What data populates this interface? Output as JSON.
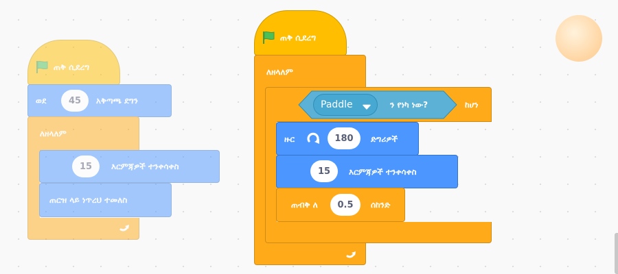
{
  "left_script": {
    "when_flag_clicked": "ጠቅ ሲደረግ",
    "point_in_direction": {
      "label": "ወደ",
      "value": "45",
      "suffix": "አቅጣጫ ደግን"
    },
    "forever": "ለዘላለም",
    "move_steps": {
      "value": "15",
      "label": "እርምጃዎች ተንቀሳቀስ"
    },
    "bounce": "ጠርዝ ላይ ነጥረህ ተመለስ"
  },
  "main_script": {
    "when_flag_clicked": "ጠቅ ሲደረግ",
    "forever": "ለዘላለም",
    "if": {
      "condition_menu": "Paddle",
      "condition_text": "ን የነካ ነው?",
      "then_label": "ከሆነ"
    },
    "turn": {
      "label": "ዙር",
      "value": "180",
      "suffix": "ድግሪዎች"
    },
    "move_steps": {
      "value": "15",
      "label": "እርምጃዎች ተንቀሳቀስ"
    },
    "wait": {
      "label": "ጠብቅ ለ",
      "value": "0.5",
      "suffix": "ሰከንድ"
    }
  },
  "colors": {
    "events": "#ffbf00",
    "control": "#ffab19",
    "motion": "#4c97ff",
    "sensing": "#5cb1d6",
    "flag": "#4cbf56"
  }
}
